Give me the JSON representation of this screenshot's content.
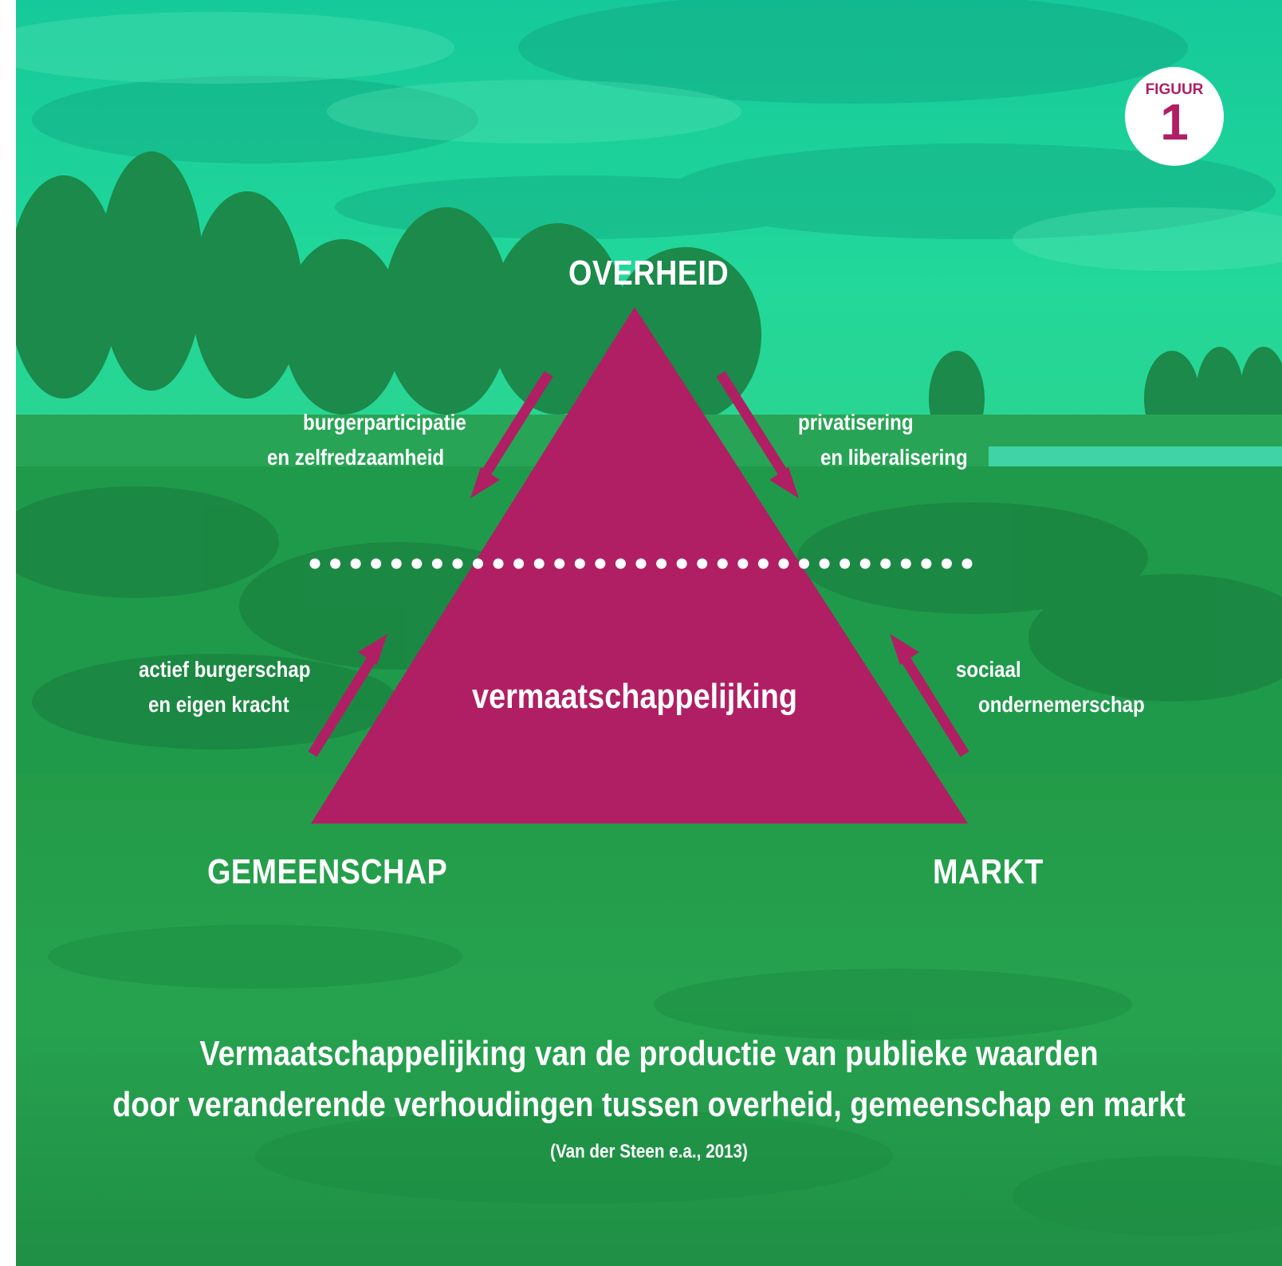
{
  "figure_badge": {
    "word": "FIGUUR",
    "number": "1"
  },
  "corners": {
    "top": "OVERHEID",
    "bottom_left": "GEMEENSCHAP",
    "bottom_right": "MARKT"
  },
  "center_label": "vermaatschappelijking",
  "arrow_labels": {
    "top_left": [
      "burgerparticipatie",
      "en zelfredzaamheid"
    ],
    "top_right": [
      "privatisering",
      "en liberalisering"
    ],
    "bottom_left": [
      "actief burgerschap",
      "en eigen kracht"
    ],
    "bottom_right": [
      "sociaal",
      "ondernemerschap"
    ]
  },
  "caption": [
    "Vermaatschappelijking van de productie van publieke waarden",
    "door veranderende verhoudingen tussen overheid, gemeenschap en markt"
  ],
  "citation": "(Van der Steen e.a., 2013)",
  "colors": {
    "accent": "#b01f64",
    "sky": "#1fd195",
    "vegetation": "#1f9b4c",
    "grass": "#24a350",
    "text": "#ffffff"
  }
}
